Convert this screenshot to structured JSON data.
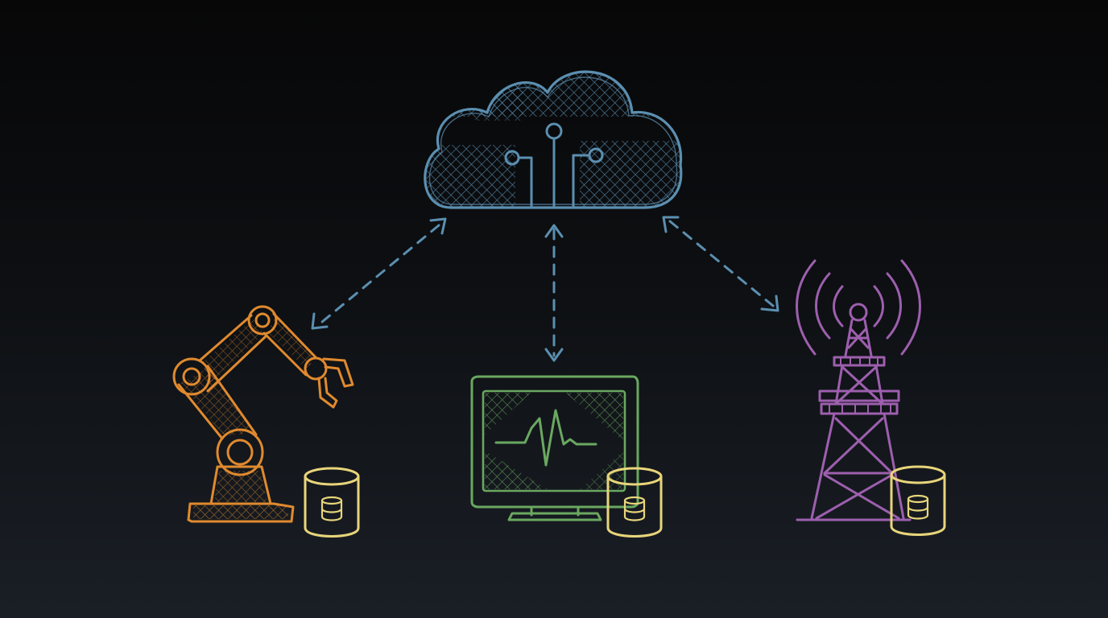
{
  "diagram": {
    "nodes": [
      {
        "id": "cloud",
        "icon": "cloud-circuit-icon",
        "color": "#5b8fb0"
      },
      {
        "id": "robot-arm",
        "icon": "robot-arm-icon",
        "color": "#e08a2e"
      },
      {
        "id": "monitor",
        "icon": "heartbeat-monitor-icon",
        "color": "#6aa860"
      },
      {
        "id": "tower",
        "icon": "radio-tower-icon",
        "color": "#9d5fae"
      }
    ],
    "storage": {
      "icon": "database-icon",
      "color": "#e8d57a"
    },
    "connections": [
      {
        "from": "cloud",
        "to": "robot-arm",
        "style": "dashed",
        "direction": "bidirectional"
      },
      {
        "from": "cloud",
        "to": "monitor",
        "style": "dashed",
        "direction": "bidirectional"
      },
      {
        "from": "cloud",
        "to": "tower",
        "style": "dashed",
        "direction": "bidirectional"
      }
    ],
    "arrow_color": "#5b8fb0"
  }
}
